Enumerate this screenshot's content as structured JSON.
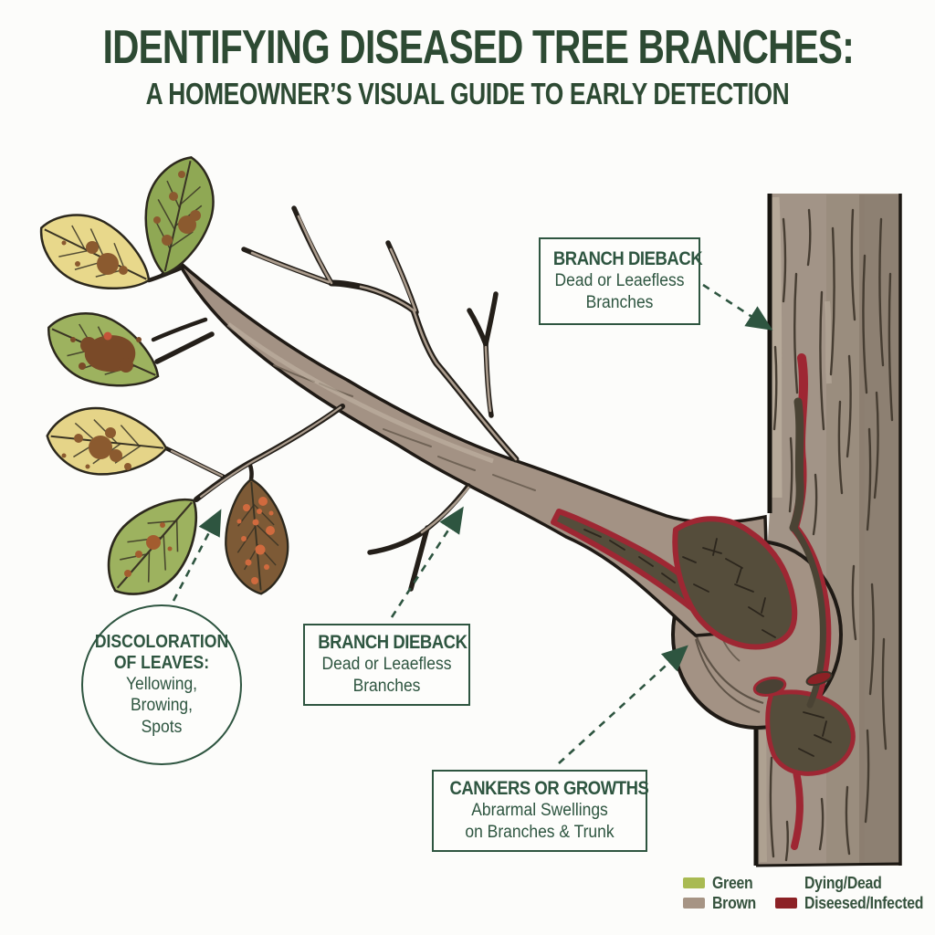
{
  "title": {
    "line1": "IDENTIFYING DISEASED TREE BRANCHES:",
    "line2": "A HOMEOWNER’S VISUAL GUIDE TO EARLY DETECTION"
  },
  "labels": {
    "dieback_top": {
      "heading": "BRANCH DIEBACK",
      "line1": "Dead or Leaefless",
      "line2": "Branches"
    },
    "dieback_mid": {
      "heading": "BRANCH DIEBACK",
      "line1": "Dead or Leaefless",
      "line2": "Branches"
    },
    "discoloration": {
      "heading1": "DISCOLORATION",
      "heading2": "OF LEAVES:",
      "line1": "Yellowing,",
      "line2": "Browing,",
      "line3": "Spots"
    },
    "cankers": {
      "heading": "CANKERS OR GROWTHS",
      "line1": "Abrarmal Swellings",
      "line2": "on Branches & Trunk"
    }
  },
  "legend": {
    "items": [
      {
        "label": "Green",
        "swatch": "#a9ba52"
      },
      {
        "label": "Dying/Dead",
        "swatch": ""
      },
      {
        "label": "Brown",
        "swatch": "#a69484"
      },
      {
        "label": "Diseesed/Infected",
        "swatch": "#8c2125"
      }
    ]
  },
  "colors": {
    "title_green": "#2d4a33",
    "label_green": "#2e5540",
    "arrow_green": "#2e5540",
    "outline": "#241f18",
    "trunk_base": "#a2948761",
    "trunk_fill": "#a29487",
    "trunk_shadow": "#8a7c6f",
    "trunk_light": "#bbab9b",
    "branch_fill": "#a39284",
    "canker_dark": "#544d3b",
    "canker_red": "#9e2733",
    "leaf_green": "#8fa854",
    "leaf_green2": "#9db25f",
    "leaf_yellow": "#e8d88b",
    "leaf_yellow2": "#e5d488",
    "leaf_brown": "#7d5a36",
    "spot_brown": "#8b5a2f",
    "spot_orange": "#d06a3e",
    "vein": "#3a3424"
  }
}
